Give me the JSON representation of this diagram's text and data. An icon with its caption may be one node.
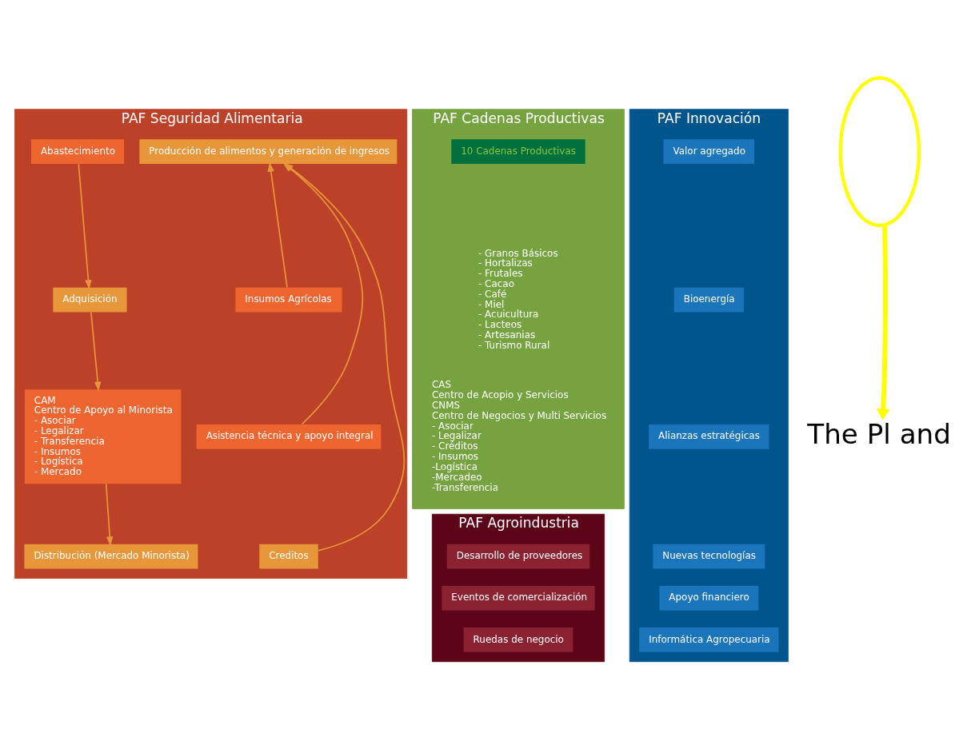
{
  "diagram": {
    "nodes": [
      {
        "text": [
          "PAF Seguridad Alimentaria"
        ]
      },
      {
        "text": [
          "Producción de alimentos y generación de ingresos"
        ],
        "in": 0
      },
      {
        "text": [
          "Abastecimiento"
        ],
        "in": 0
      },
      {
        "text": [
          "Adquisición"
        ],
        "in": 0
      },
      {
        "text": [
          "Insumos Agrícolas"
        ],
        "in": 0
      },
      {
        "text": [
          "CAM",
          "Centro de Apoyo al Minorista",
          "- Asociar",
          "- Legalizar",
          "- Transferencia",
          "- Insumos",
          "- Logística",
          "- Mercado"
        ],
        "in": 0
      },
      {
        "text": [
          "Asistencia técnica y apoyo integral"
        ],
        "in": 0
      },
      {
        "text": [
          "Creditos"
        ],
        "in": 0
      },
      {
        "text": [
          "Distribución (Mercado Minorista)"
        ],
        "in": 0
      },
      {
        "text": [
          "PAF Cadenas Productivas"
        ]
      },
      {
        "text": [
          "10 Cadenas Productivas"
        ],
        "in": 9
      },
      {
        "text": [
          "- Granos Básicos",
          "- Hortalizas",
          "- Frutales",
          "- Cacao",
          "- Café",
          "- Miel",
          "- Acuicultura",
          "- Lacteos",
          "- Artesanias",
          "- Turismo Rural"
        ],
        "in": 9
      },
      {
        "text": [
          "CAS",
          "Centro de Acopio y Servicios",
          "CNMS",
          "Centro de Negocios y Multi Servicios",
          "- Asociar",
          "- Legalizar",
          "- Créditos",
          "- Insumos",
          "-Logística",
          "-Mercadeo",
          "-Transferencia"
        ],
        "in": 9
      },
      {
        "text": [
          "PAF Agroindustria"
        ]
      },
      {
        "text": [
          "Desarrollo de proveedores"
        ],
        "in": 13
      },
      {
        "text": [
          "Eventos de comercialización"
        ],
        "in": 13
      },
      {
        "text": [
          "Ruedas de negocio"
        ],
        "in": 13
      },
      {
        "text": [
          "PAF Innovación"
        ]
      },
      {
        "text": [
          "Valor agregado"
        ],
        "in": 17
      },
      {
        "text": [
          "Bioenergía"
        ],
        "in": 17
      },
      {
        "text": [
          "Alianzas estratégicas"
        ],
        "in": 17
      },
      {
        "text": [
          "Nuevas tecnologías"
        ],
        "in": 17
      },
      {
        "text": [
          "Apoyo financiero"
        ],
        "in": 17
      },
      {
        "text": [
          "Informática Agropecuaria"
        ],
        "in": 17
      },
      {
        "text": [],
        "shape": "ellipse"
      },
      {
        "text": [
          "The Pl and"
        ]
      }
    ],
    "edges": [
      {
        "from": 2,
        "to": 3,
        "arrow": "to"
      },
      {
        "from": 3,
        "to": 5,
        "arrow": "to"
      },
      {
        "from": 5,
        "to": 8,
        "arrow": "to"
      },
      {
        "from": 4,
        "to": 1,
        "arrow": "to"
      },
      {
        "from": 6,
        "to": 1,
        "arrow": "to"
      },
      {
        "from": 7,
        "to": 1,
        "arrow": "to"
      },
      {
        "from": 24,
        "to": 25,
        "arrow": "to",
        "style": "thick",
        "color": "#ffff00"
      }
    ]
  }
}
